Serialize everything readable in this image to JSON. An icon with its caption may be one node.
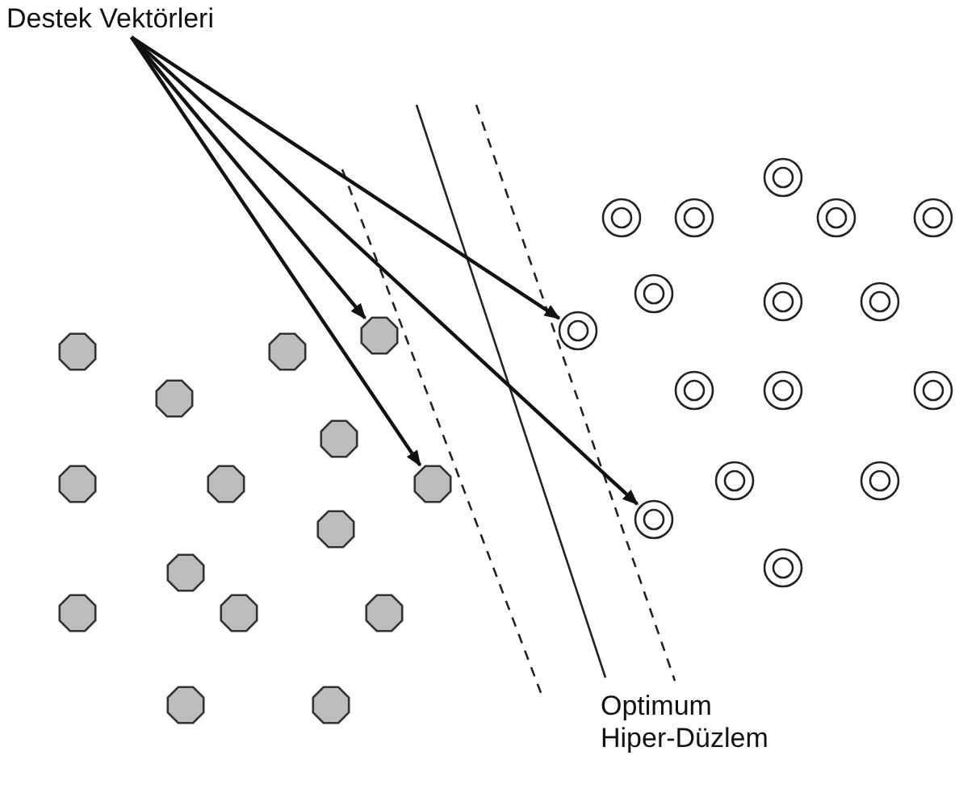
{
  "diagram": {
    "nodes": [
      {
        "text": [
          "Destek Vektörleri"
        ]
      },
      {
        "text": [],
        "shape": "circle"
      },
      {
        "text": [],
        "shape": "circle"
      },
      {
        "text": [],
        "shape": "circle"
      },
      {
        "text": [],
        "shape": "circle"
      },
      {
        "text": [],
        "shape": "circle"
      },
      {
        "text": [],
        "shape": "circle"
      },
      {
        "text": [],
        "shape": "circle"
      },
      {
        "text": [],
        "shape": "circle"
      },
      {
        "text": [],
        "shape": "circle"
      },
      {
        "text": [],
        "shape": "octagon"
      },
      {
        "text": [],
        "shape": "octagon"
      },
      {
        "text": [],
        "shape": "octagon"
      },
      {
        "text": [],
        "shape": "circle"
      },
      {
        "text": [],
        "shape": "circle"
      },
      {
        "text": [],
        "shape": "circle"
      },
      {
        "text": [],
        "shape": "octagon"
      },
      {
        "text": [],
        "shape": "octagon"
      },
      {
        "text": [],
        "shape": "circle"
      },
      {
        "text": [],
        "shape": "circle"
      },
      {
        "text": [],
        "shape": "octagon"
      },
      {
        "text": [],
        "shape": "octagon"
      },
      {
        "text": [],
        "shape": "octagon"
      },
      {
        "text": [],
        "shape": "circle"
      },
      {
        "text": [],
        "shape": "octagon"
      },
      {
        "text": [],
        "shape": "circle"
      },
      {
        "text": [],
        "shape": "octagon"
      },
      {
        "text": [],
        "shape": "octagon"
      },
      {
        "text": [],
        "shape": "octagon"
      },
      {
        "text": [],
        "shape": "octagon"
      },
      {
        "text": [],
        "shape": "octagon"
      },
      {
        "text": [],
        "shape": "octagon"
      }
    ],
    "edges": [
      {
        "from": 0,
        "to": 10,
        "arrow": "to"
      },
      {
        "from": 0,
        "to": 22,
        "arrow": "to"
      },
      {
        "from": 0,
        "to": 9,
        "arrow": "to"
      },
      {
        "from": 0,
        "to": 23,
        "arrow": "to"
      }
    ],
    "labels": [
      "Optimum Hiper-Düzlem"
    ]
  }
}
